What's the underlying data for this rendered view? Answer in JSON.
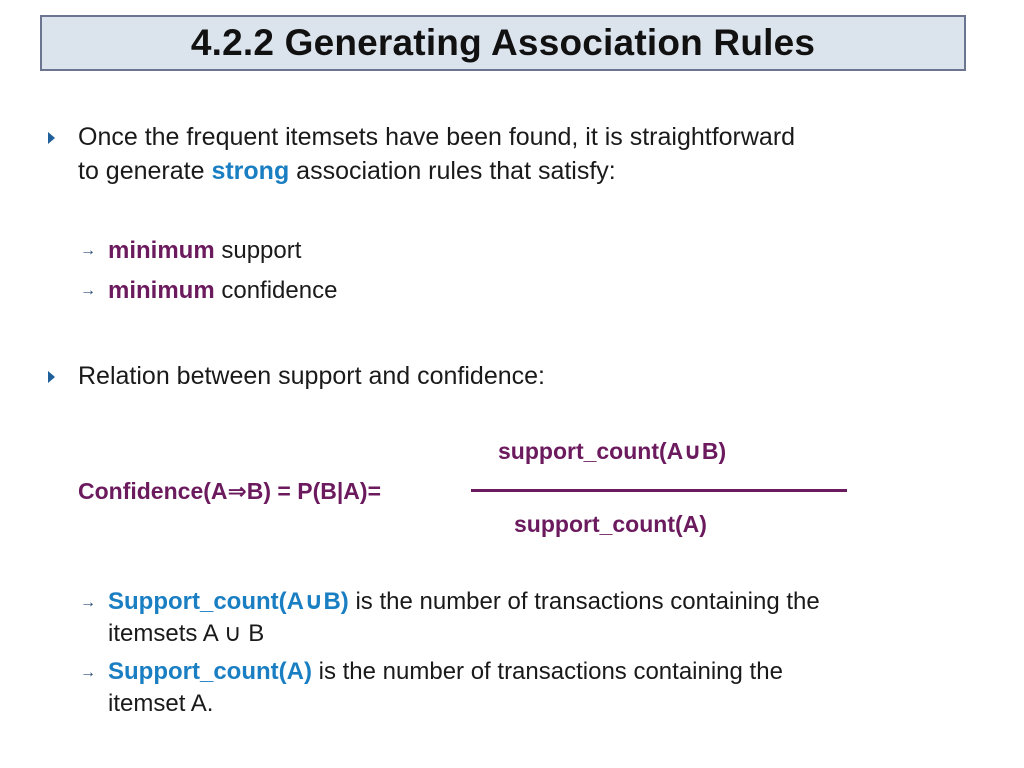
{
  "title": "4.2.2 Generating Association Rules",
  "bullet1": {
    "line1": "Once the frequent itemsets have been found, it is straightforward",
    "line2_pre": "to generate ",
    "line2_emph": "strong",
    "line2_post": " association rules that satisfy:"
  },
  "sub1": [
    {
      "emph": "minimum",
      "text": " support"
    },
    {
      "emph": "minimum",
      "text": " confidence"
    }
  ],
  "bullet2": {
    "text": "Relation between support and confidence:"
  },
  "formula": {
    "numerator": "support_count(A∪B)",
    "lhs": "Confidence(A⇒B) = P(B|A)=",
    "denominator": "support_count(A)"
  },
  "sub2": [
    {
      "emph": "Support_count(A∪B)",
      "line1": " is the number of transactions containing the",
      "line2": "itemsets A ∪ B"
    },
    {
      "emph": "Support_count(A)",
      "line1": " is the number of transactions containing the",
      "line2": "itemset A."
    }
  ],
  "icons": {
    "bullet": "triangle-right-icon",
    "sub_bullet": "arrow-right-icon"
  },
  "colors": {
    "title_bg": "#dbe3ec",
    "title_border": "#6b7590",
    "accent_blue": "#1a7ec2",
    "accent_purple": "#6b1a5e"
  }
}
